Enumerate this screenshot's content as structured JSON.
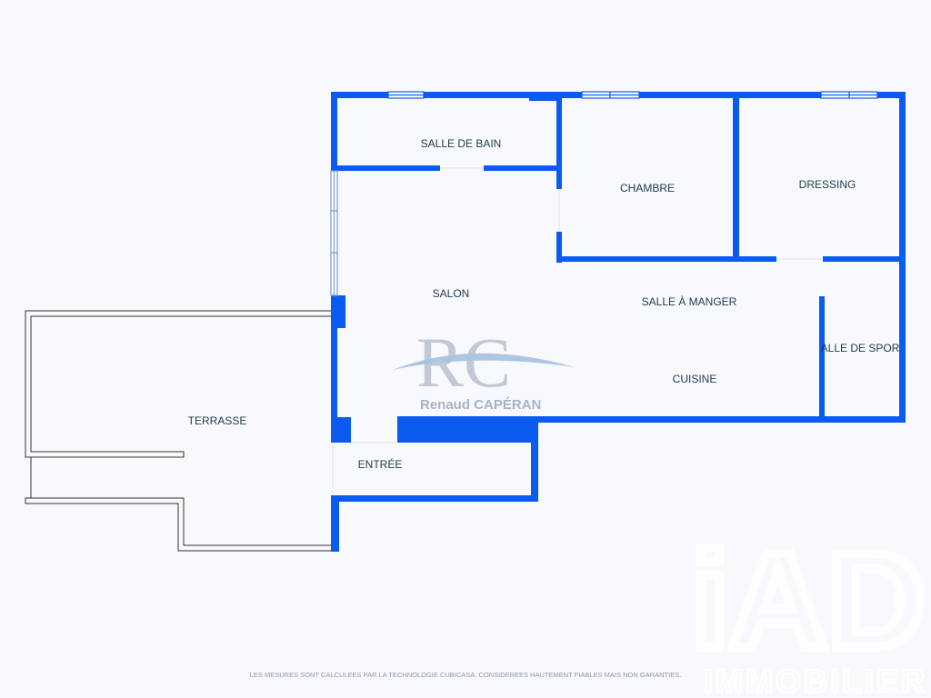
{
  "rooms": {
    "salle_de_bain": "SALLE DE BAIN",
    "chambre": "CHAMBRE",
    "dressing": "DRESSING",
    "salon": "SALON",
    "salle_a_manger": "SALLE À MANGER",
    "salle_de_sport": "ALLE DE SPOR",
    "cuisine": "CUISINE",
    "terrasse": "TERRASSE",
    "entree": "ENTRÉE"
  },
  "watermark": {
    "logo_letters": "RC",
    "agent_name": "Renaud CAPÉRAN",
    "agency_logo": "iAD",
    "agency_subtitle": "IMMOBILIER"
  },
  "footer": {
    "disclaimer": "LES MESURES SONT CALCULEES PAR LA TECHNOLOGIE CUBICASA. CONSIDEREES HAUTEMENT FIABLES MAIS NON GARANTIES."
  },
  "colors": {
    "wall": "#0a5cf0",
    "background": "#f8f9fd",
    "label": "#1f3a4d",
    "terrace_outline": "#333333"
  }
}
